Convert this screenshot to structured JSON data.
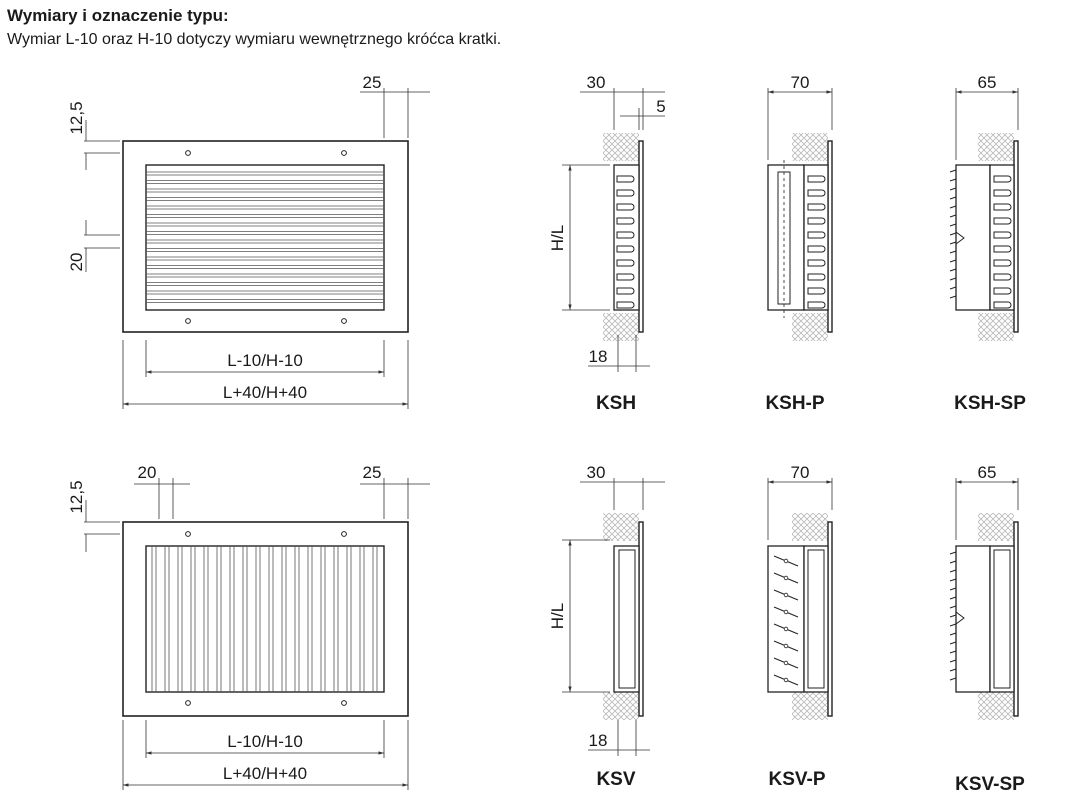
{
  "heading": {
    "title": "Wymiary i oznaczenie typu:",
    "subtitle": "Wymiar L-10 oraz H-10 dotyczy wymiaru wewnętrznego króćca kratki."
  },
  "front_top": {
    "dim_top": "12,5",
    "dim_right": "25",
    "dim_side": "20",
    "inner": "L-10/H-10",
    "outer": "L+40/H+40"
  },
  "front_bottom": {
    "dim_top": "12,5",
    "dim_left": "20",
    "dim_right": "25",
    "inner": "L-10/H-10",
    "outer": "L+40/H+40"
  },
  "sections": {
    "ksh": {
      "label": "KSH",
      "dim_top": "30",
      "dim_step": "5",
      "dim_bottom": "18",
      "height": "H/L"
    },
    "kshp": {
      "label": "KSH-P",
      "dim_top": "70"
    },
    "kshsp": {
      "label": "KSH-SP",
      "dim_top": "65"
    },
    "ksv": {
      "label": "KSV",
      "dim_top": "30",
      "dim_bottom": "18",
      "height": "H/L"
    },
    "ksvp": {
      "label": "KSV-P",
      "dim_top": "70"
    },
    "ksvsp": {
      "label": "KSV-SP",
      "dim_top": "65"
    }
  }
}
